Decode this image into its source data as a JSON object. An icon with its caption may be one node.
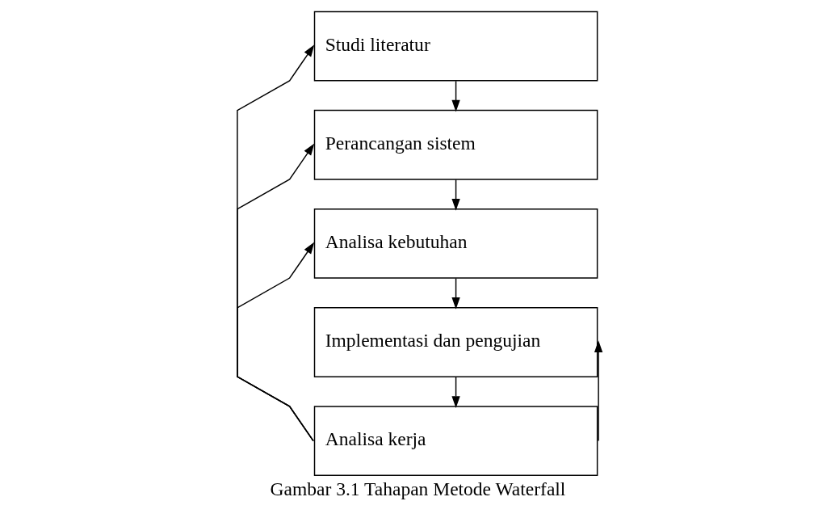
{
  "diagram": {
    "caption": "Gambar 3.1 Tahapan Metode Waterfall",
    "nodes": [
      {
        "text": [
          "Studi literatur"
        ]
      },
      {
        "text": [
          "Perancangan sistem"
        ]
      },
      {
        "text": [
          "Analisa kebutuhan"
        ]
      },
      {
        "text": [
          "Implementasi dan pengujian"
        ]
      },
      {
        "text": [
          "Analisa kerja"
        ]
      }
    ],
    "edges": [
      {
        "from": 0,
        "to": 1,
        "arrow": "to"
      },
      {
        "from": 1,
        "to": 2,
        "arrow": "to"
      },
      {
        "from": 2,
        "to": 3,
        "arrow": "to"
      },
      {
        "from": 3,
        "to": 4,
        "arrow": "to"
      },
      {
        "from": 4,
        "to": 0,
        "arrow": "to"
      },
      {
        "from": 4,
        "to": 1,
        "arrow": "to"
      },
      {
        "from": 4,
        "to": 2,
        "arrow": "to"
      },
      {
        "from": 4,
        "to": 3,
        "arrow": "to"
      }
    ]
  }
}
